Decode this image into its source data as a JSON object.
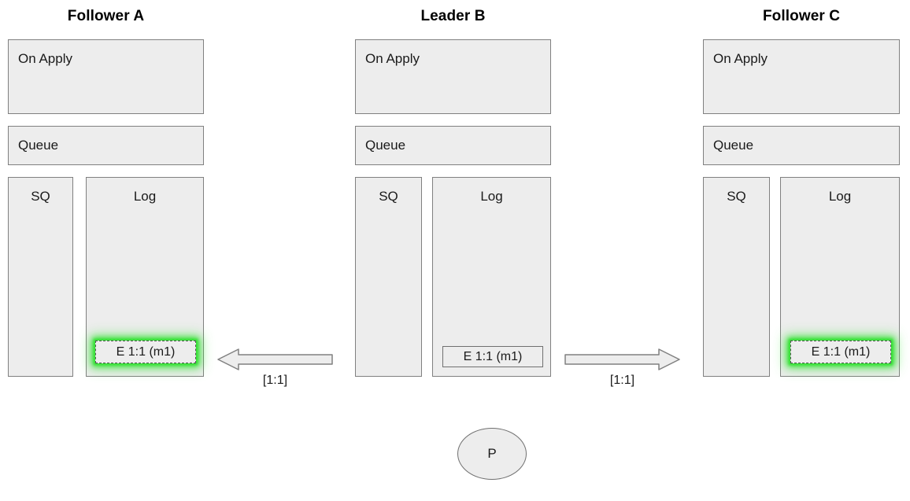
{
  "diagram": {
    "title_follower_a": "Follower A",
    "title_leader_b": "Leader B",
    "title_follower_c": "Follower C",
    "on_apply_label": "On Apply",
    "queue_label": "Queue",
    "sq_label": "SQ",
    "log_label": "Log",
    "entry_label": "E 1:1 (m1)",
    "arrow_left_label": "[1:1]",
    "arrow_right_label": "[1:1]",
    "client_label": "P"
  },
  "colors": {
    "box_fill": "#ededed",
    "box_border": "#808080",
    "highlight_glow": "#33e033",
    "text": "#1a1a1a",
    "arrow_fill": "#ededed",
    "arrow_stroke": "#808080"
  }
}
